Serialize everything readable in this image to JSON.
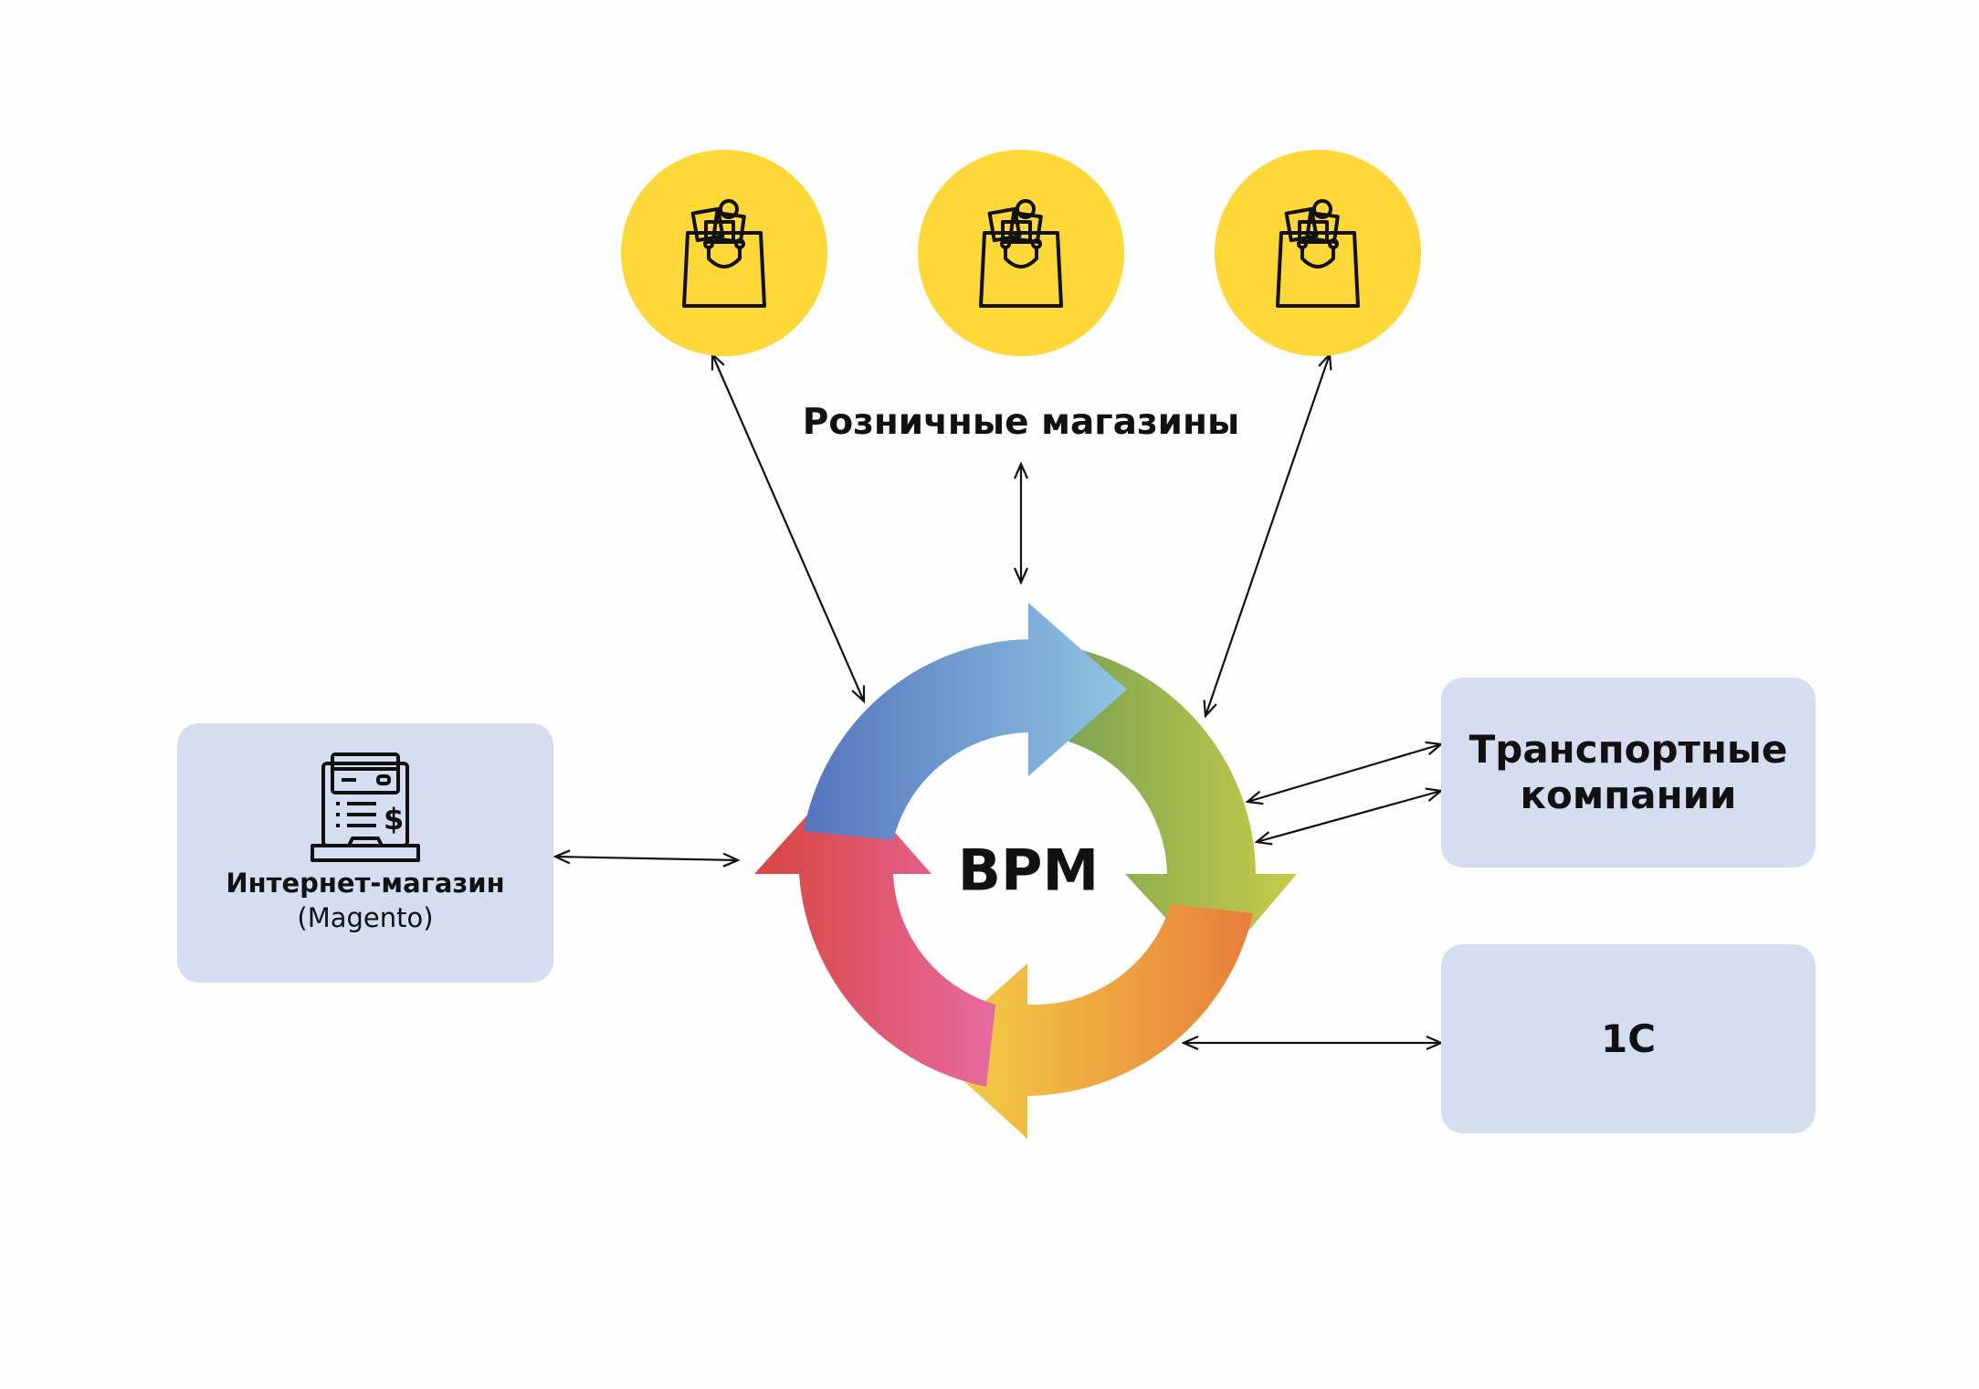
{
  "diagram": {
    "retail_stores_label": "Розничные магазины",
    "center_label": "BPM",
    "online_shop": {
      "title": "Интернет-магазин",
      "subtitle": "(Magento)"
    },
    "transport": {
      "line1": "Транспортные",
      "line2": "компании"
    },
    "accounting": {
      "label": "1С"
    },
    "stores": [
      {
        "icon": "shopping-bag-icon"
      },
      {
        "icon": "shopping-bag-icon"
      },
      {
        "icon": "shopping-bag-icon"
      }
    ],
    "colors": {
      "store_circle": "#fed738",
      "box_fill": "#d6ddf1",
      "arrow_blue": [
        "#5575bd",
        "#8fc4e3"
      ],
      "arrow_green": [
        "#7fa452",
        "#c6cc48"
      ],
      "arrow_orange": [
        "#f4c247",
        "#e77e3a"
      ],
      "arrow_red": [
        "#d9453f",
        "#e66aa0"
      ]
    }
  }
}
